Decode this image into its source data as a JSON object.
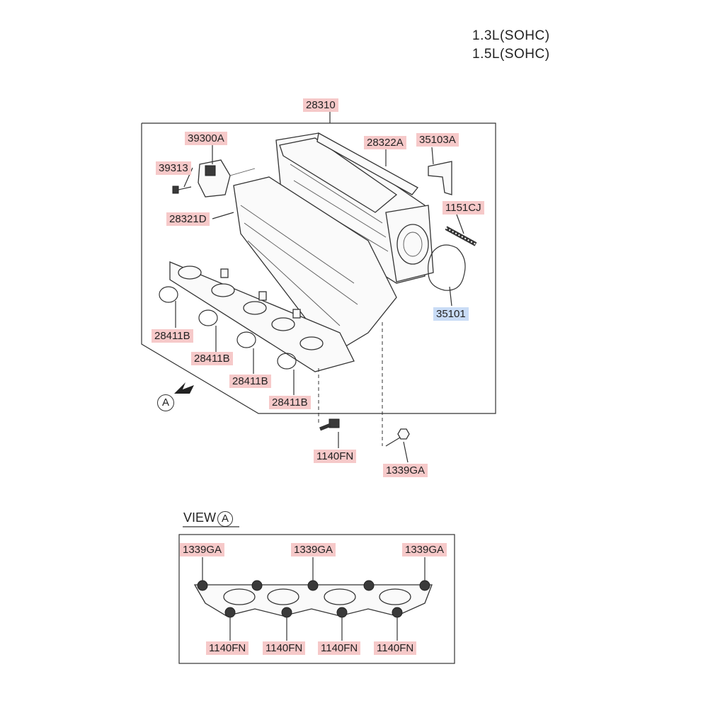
{
  "engine": [
    "1.3L(SOHC)",
    "1.5L(SOHC)"
  ],
  "parts": {
    "p28310": "28310",
    "p39300A": "39300A",
    "p28322A": "28322A",
    "p35103A": "35103A",
    "p39313": "39313",
    "p28321D": "28321D",
    "p1151CJ": "1151CJ",
    "p35101": "35101",
    "p28411B": "28411B",
    "p1140FN": "1140FN",
    "p1339GA": "1339GA"
  },
  "view": {
    "title": "VIEW",
    "marker": "A"
  },
  "colors": {
    "label_bg": "#f6c9c9",
    "highlight_bg": "#c9dcf6"
  }
}
